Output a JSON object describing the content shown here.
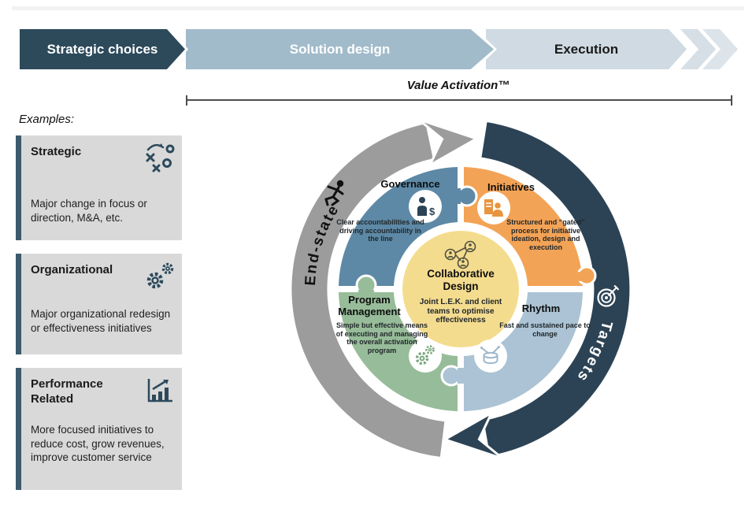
{
  "slide": {
    "process_stages": [
      {
        "label": "Strategic choices",
        "color": "#2d4a5b",
        "text_color": "#ffffff"
      },
      {
        "label": "Solution design",
        "color": "#a2bbca",
        "text_color": "#ffffff"
      },
      {
        "label": "Execution",
        "color": "#cfdae2",
        "text_color": "#1a1a1a"
      }
    ],
    "value_activation_label": "Value Activation™",
    "examples_heading": "Examples:",
    "example_cards": [
      {
        "title": "Strategic",
        "icon": "strategy-xo-icon",
        "body": "Major change in focus or direction, M&A, etc."
      },
      {
        "title": "Organizational",
        "icon": "gears-icon",
        "body": "Major organizational redesign or effectiveness initiatives"
      },
      {
        "title": "Performance Related",
        "icon": "bar-chart-icon",
        "body": "More focused initiatives to reduce cost, grow revenues, improve customer service"
      }
    ],
    "diagram": {
      "ring": {
        "left_label": "End-state",
        "right_label": "Targets",
        "left_icon": "runner-icon",
        "right_icon": "target-icon",
        "left_color": "#9c9c9c",
        "right_color": "#2c4355"
      },
      "pieces": [
        {
          "title": "Governance",
          "color": "#5d89a6",
          "icon": "person-dollar-icon",
          "body": "Clear accountabilities and driving accountability in the line"
        },
        {
          "title": "Initiatives",
          "color": "#f3a356",
          "icon": "presenter-board-icon",
          "body": "Structured and “gated” process for initiative ideation, design and execution"
        },
        {
          "title": "Rhythm",
          "color": "#abc3d4",
          "icon": "drum-icon",
          "body": "Fast and sustained pace to change"
        },
        {
          "title": "Program Management",
          "color": "#97bc99",
          "icon": "gears-icon",
          "body": "Simple but effective means of executing and managing the overall activation program"
        }
      ],
      "center": {
        "title": "Collaborative Design",
        "color": "#f4dc8f",
        "icon": "people-network-icon",
        "body": "Joint L.E.K. and client teams to optimise effectiveness"
      }
    }
  }
}
